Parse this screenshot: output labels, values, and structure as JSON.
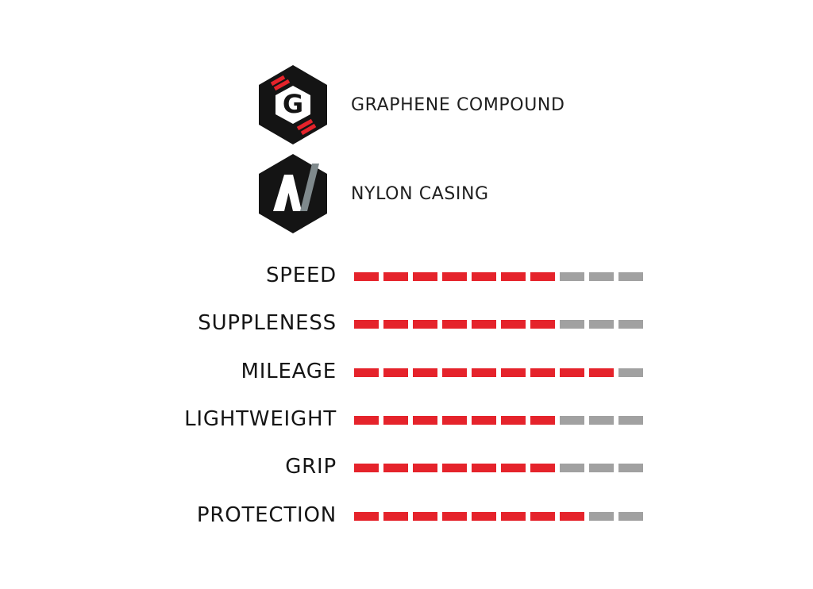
{
  "features": [
    {
      "icon": "graphene-compound-badge-icon",
      "label": "GRAPHENE COMPOUND"
    },
    {
      "icon": "nylon-casing-badge-icon",
      "label": "NYLON CASING"
    }
  ],
  "badge_letters": {
    "graphene": "G",
    "nylon": "N"
  },
  "colors": {
    "filled": "#e5232b",
    "empty": "#a1a1a1",
    "badge": "#141414",
    "badge_accent": "#e5232b",
    "nylon_slash": "#7f898c"
  },
  "chart_data": {
    "type": "bar",
    "max_segments": 10,
    "categories": [
      "SPEED",
      "SUPPLENESS",
      "MILEAGE",
      "LIGHTWEIGHT",
      "GRIP",
      "PROTECTION"
    ],
    "values": [
      7,
      7,
      9,
      7,
      7,
      8
    ]
  }
}
